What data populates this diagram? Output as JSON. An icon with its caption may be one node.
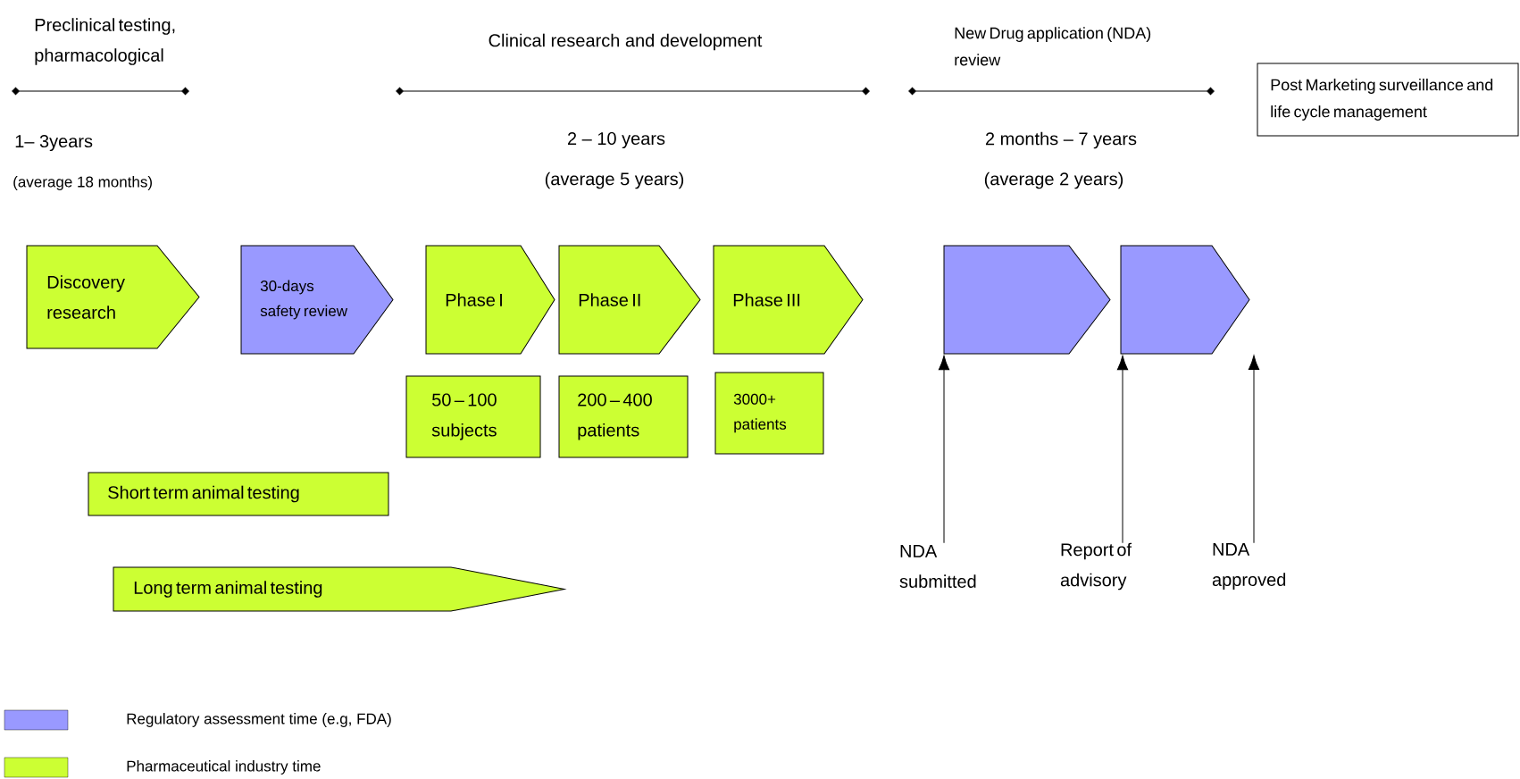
{
  "diagram": {
    "nodes": [
      {
        "text": [
          "Discovery research"
        ]
      },
      {
        "text": [
          "30-days safety review"
        ]
      },
      {
        "text": [
          "Phase I"
        ]
      },
      {
        "text": [
          "Phase II"
        ]
      },
      {
        "text": [
          "Phase III"
        ]
      },
      {
        "text": [],
        "shape": "arrow"
      },
      {
        "text": [],
        "shape": "arrow"
      },
      {
        "text": [
          "50 – 100 subjects"
        ]
      },
      {
        "text": [
          "200 – 400 patients"
        ]
      },
      {
        "text": [
          "3000+ patients"
        ]
      },
      {
        "text": [
          "Short term animal testing"
        ]
      },
      {
        "text": [
          "Long term animal testing"
        ]
      },
      {
        "text": [
          "NDA submitted"
        ]
      },
      {
        "text": [
          "Report of advisory"
        ]
      },
      {
        "text": [
          "NDA approved"
        ]
      },
      {
        "text": [
          "Post Marketing surveillance and life cycle management"
        ]
      }
    ],
    "edges": [
      {
        "from": 12,
        "to": 5,
        "arrow": "to"
      },
      {
        "from": 13,
        "to": 6,
        "arrow": "to"
      },
      {
        "from": 14,
        "to": null,
        "arrow": "to"
      }
    ],
    "labels": [
      "Preclinical testing, pharmacological",
      "Clinical research and development",
      "New Drug application (NDA) review",
      "1– 3years",
      "2 – 10 years",
      "2 months – 7 years",
      "(average 18 months)",
      "(average 5 years)",
      "(average 2 years)"
    ],
    "legend": [
      {
        "text": "Regulatory assessment time (e.g, FDA)",
        "color": "#9999ff"
      },
      {
        "text": "Pharmaceutical industry time",
        "color": "#ccff33"
      }
    ]
  }
}
